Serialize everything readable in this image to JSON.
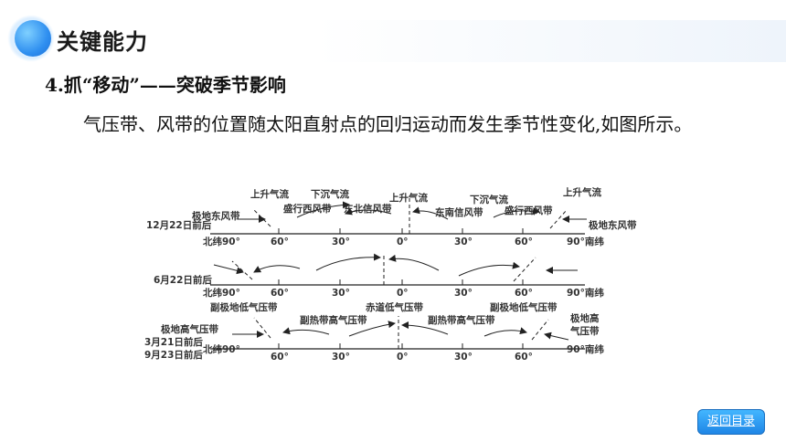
{
  "header": {
    "section_title": "关键能力"
  },
  "point": {
    "title": "4.抓“移动”——突破季节影响"
  },
  "body": {
    "paragraph": "气压带、风带的位置随太阳直射点的回归运动而发生季节性变化,如图所示。"
  },
  "figure": {
    "ticks": [
      "北纬90°",
      "60°",
      "30°",
      "0°",
      "30°",
      "60°",
      "90°南纬"
    ],
    "row1": {
      "date": "12月22日前后",
      "labels": {
        "rise_left": "上升气流",
        "sink_left": "下沉气流",
        "rise_center": "上升气流",
        "sink_right": "下沉气流",
        "rise_right": "上升气流",
        "polar_east_left": "极地东风带",
        "westerly_left": "盛行西风带",
        "ne_trade": "东北信风带",
        "se_trade": "东南信风带",
        "westerly_right": "盛行西风带",
        "polar_east_right": "极地东风带"
      }
    },
    "row2": {
      "date": "6月22日前后"
    },
    "row3": {
      "date_line1": "3月21日前后",
      "date_line2": "9月23日前后",
      "labels": {
        "polar_high_left": "极地高气压带",
        "subpolar_low_left": "副极地低气压带",
        "subtrop_high_left": "副热带高气压带",
        "equatorial_low": "赤道低气压带",
        "subtrop_high_right": "副热带高气压带",
        "subpolar_low_right": "副极地低气压带",
        "polar_high_right_line1": "极地高",
        "polar_high_right_line2": "气压带"
      }
    }
  },
  "footer": {
    "back_label": "返回目录"
  }
}
